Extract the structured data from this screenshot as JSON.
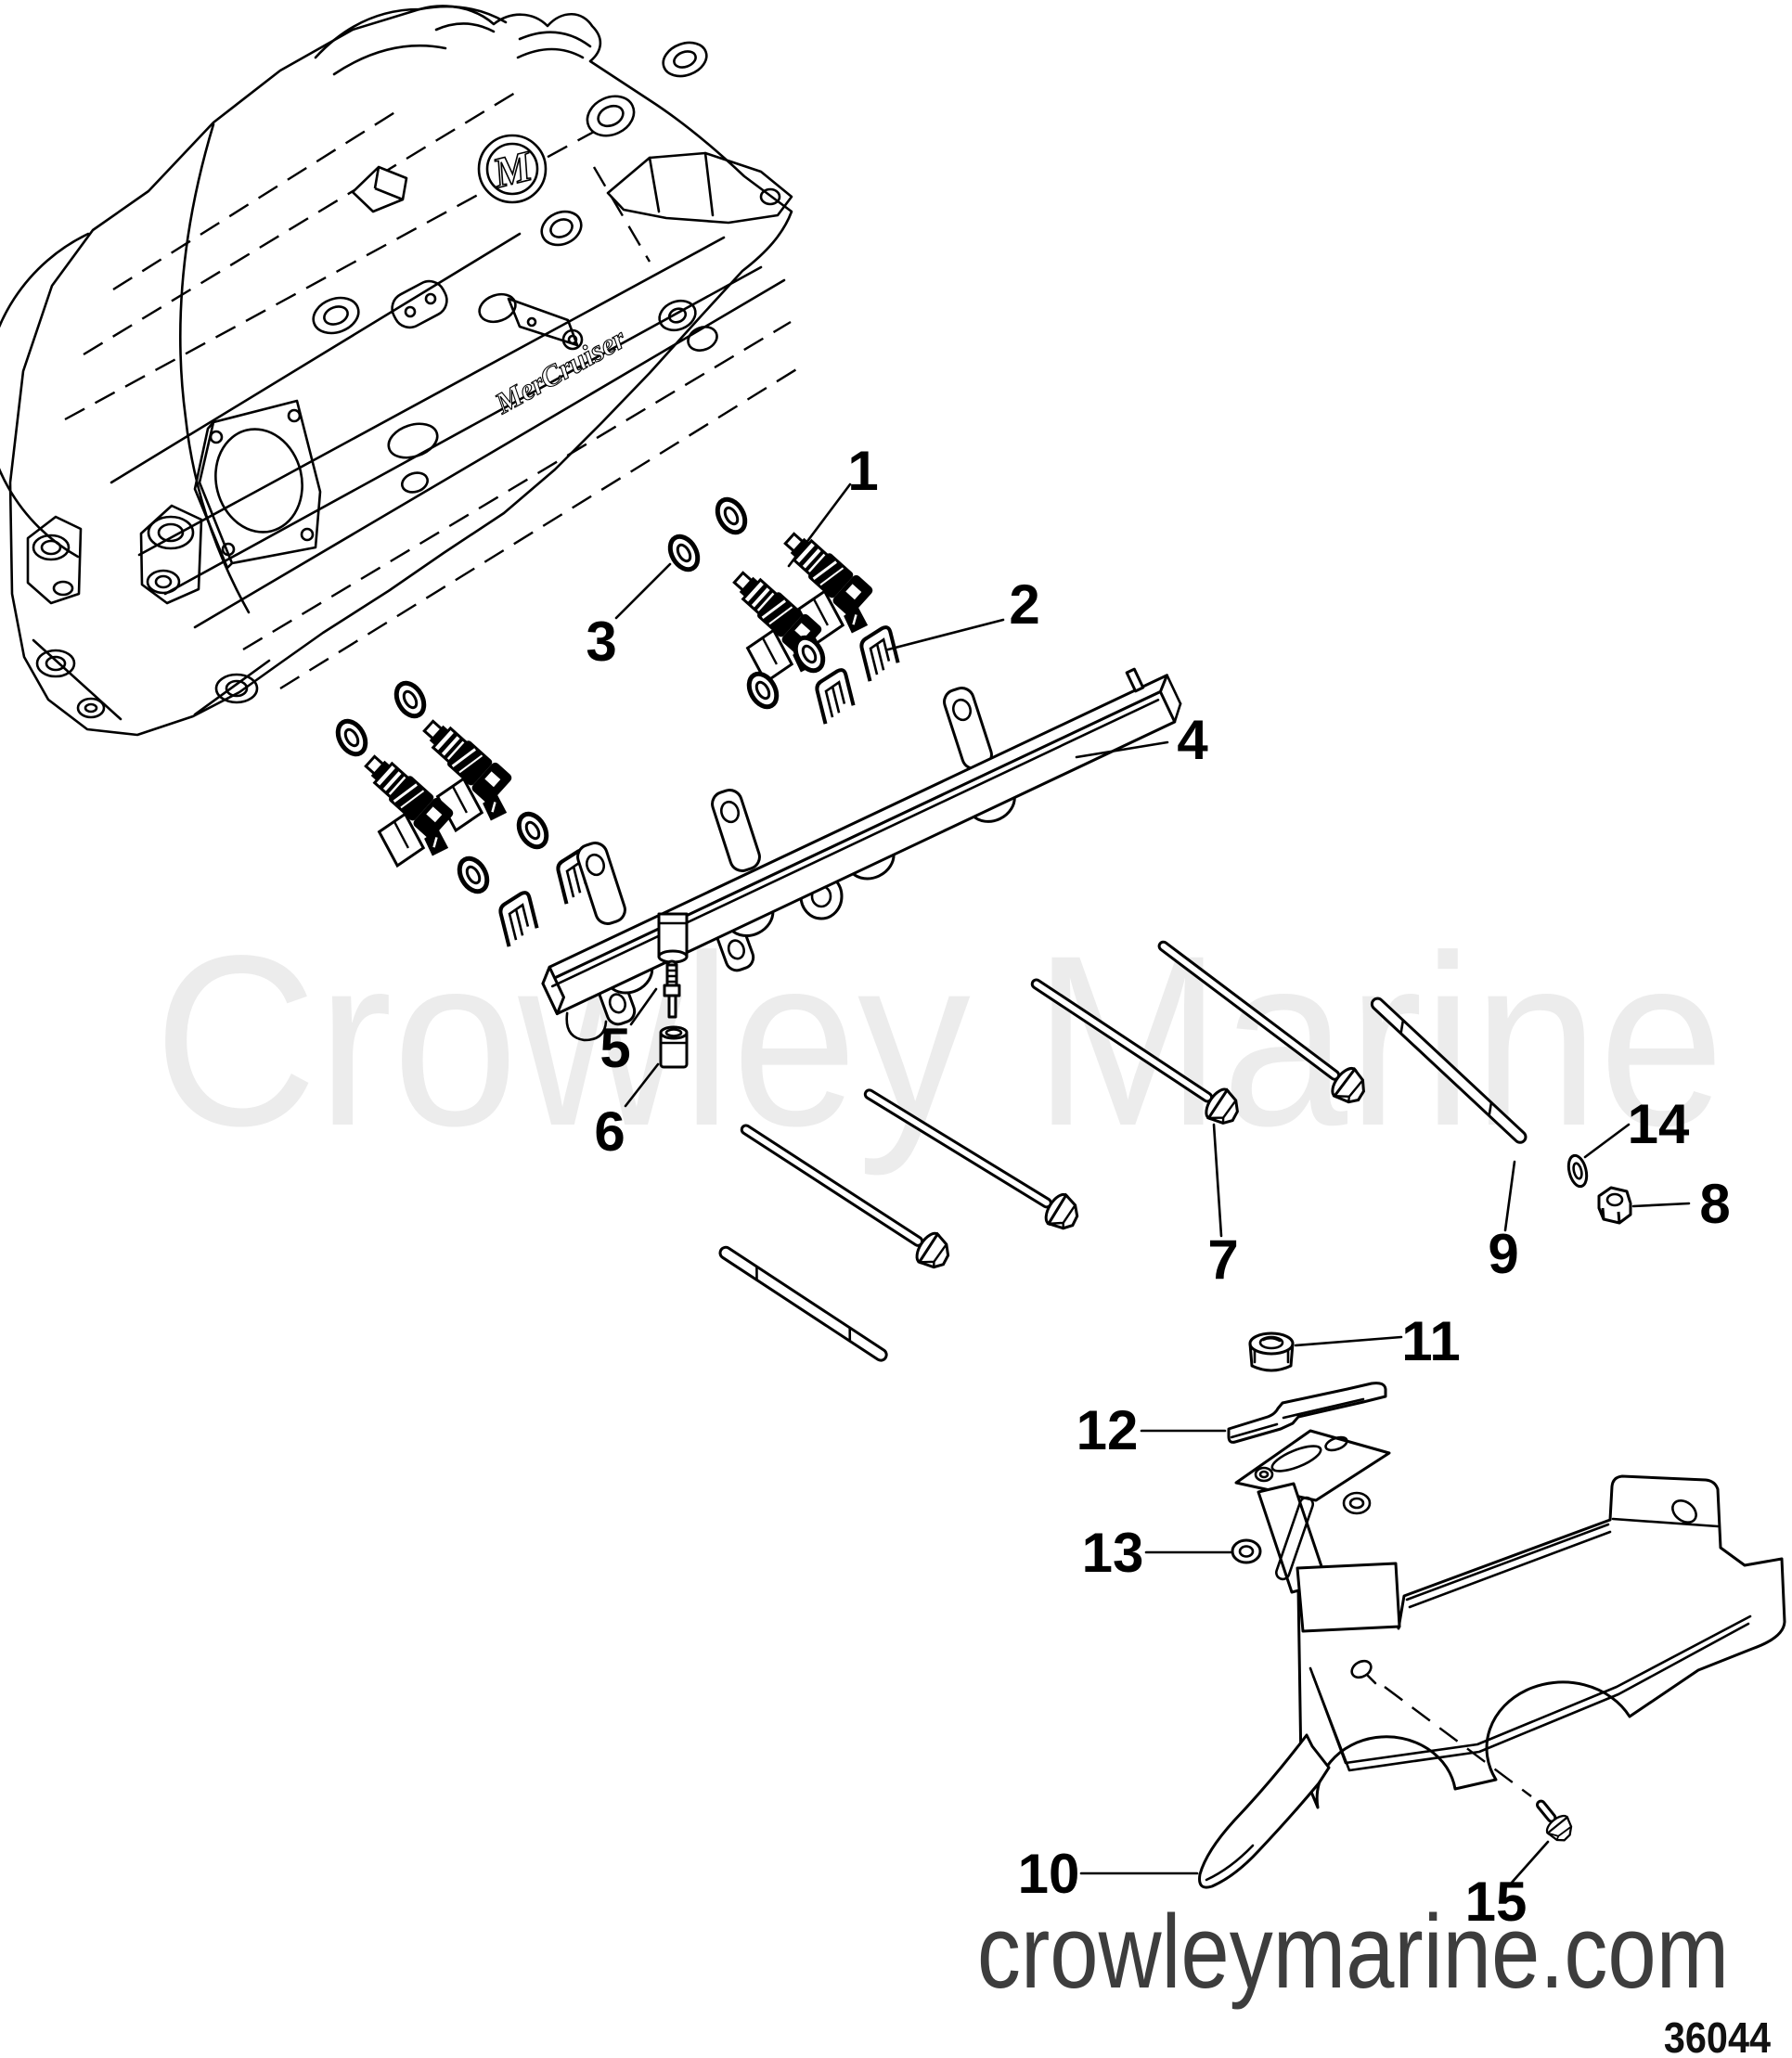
{
  "diagram": {
    "type": "exploded-parts-diagram",
    "callouts": [
      {
        "label": "1"
      },
      {
        "label": "2"
      },
      {
        "label": "3"
      },
      {
        "label": "4"
      },
      {
        "label": "5"
      },
      {
        "label": "6"
      },
      {
        "label": "7"
      },
      {
        "label": "8"
      },
      {
        "label": "9"
      },
      {
        "label": "10"
      },
      {
        "label": "11"
      },
      {
        "label": "12"
      },
      {
        "label": "13"
      },
      {
        "label": "14"
      },
      {
        "label": "15"
      }
    ],
    "logo": {
      "monogram": "M",
      "script": "MerCruiser"
    },
    "watermark_center": "Crowley Marine",
    "watermark_site": "crowleymarine.com",
    "drawing_number": "36044",
    "colors": {
      "line": "#000000",
      "background": "#ffffff",
      "watermark_center": "#ececec",
      "watermark_site": "#3d3d3d"
    }
  }
}
